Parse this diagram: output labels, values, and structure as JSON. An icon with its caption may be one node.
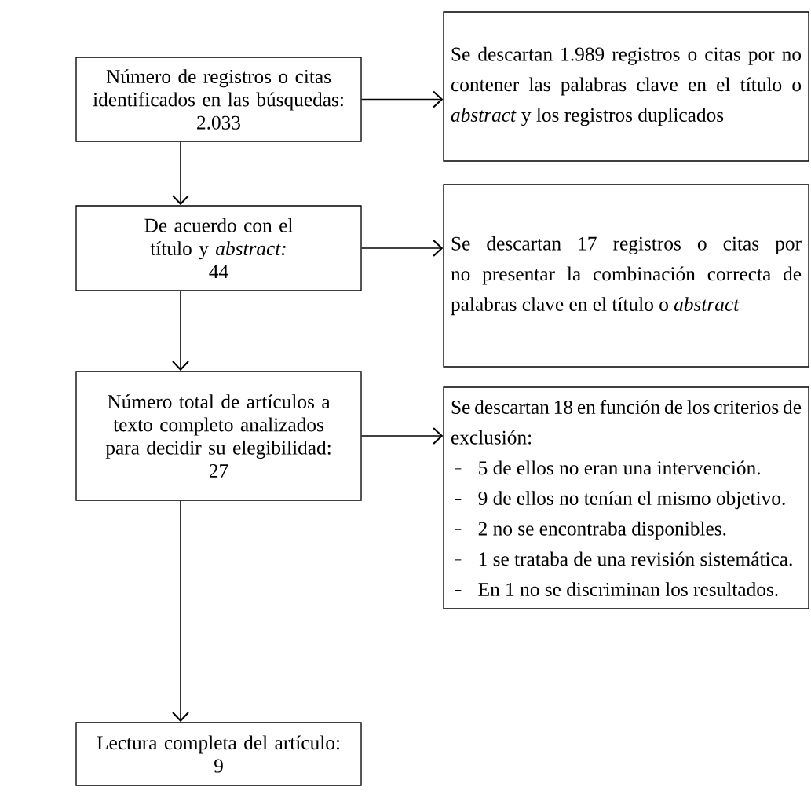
{
  "diagram": {
    "nodes": [
      {
        "text": [
          "Número de registros o citas identificados en las búsquedas:",
          "2.033"
        ]
      },
      {
        "text": [
          "Se descartan 1.989 registros o citas por no contener las palabras clave en el título o *abstract* y los registros duplicados"
        ]
      },
      {
        "text": [
          "De acuerdo con el título y *abstract:*",
          "44"
        ]
      },
      {
        "text": [
          "Se descartan 17 registros o citas por no presentar la combinación correcta de palabras clave en el título o *abstract*"
        ]
      },
      {
        "text": [
          "Número total de artículos a texto completo analizados para decidir su elegibilidad:",
          "27"
        ]
      },
      {
        "text": [
          "Se descartan 18 en función de los criterios de exclusión:",
          "5 de ellos no eran una intervención.",
          "9 de ellos no tenían el mismo objetivo.",
          "2 no se encontraba disponibles.",
          "1 se trataba de una revisión sistemática.",
          "En 1 no se discriminan los resultados."
        ]
      },
      {
        "text": [
          "Lectura completa del artículo:",
          "9"
        ]
      }
    ],
    "edges": [
      {
        "from": 0,
        "to": 1,
        "arrow": "to"
      },
      {
        "from": 0,
        "to": 2,
        "arrow": "to"
      },
      {
        "from": 2,
        "to": 3,
        "arrow": "to"
      },
      {
        "from": 2,
        "to": 4,
        "arrow": "to"
      },
      {
        "from": 4,
        "to": 5,
        "arrow": "to"
      },
      {
        "from": 4,
        "to": 6,
        "arrow": "to"
      }
    ]
  }
}
